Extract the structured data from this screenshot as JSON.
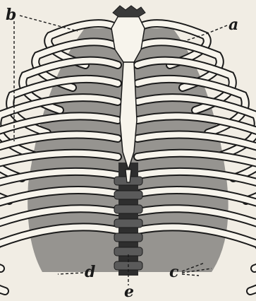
{
  "figure": {
    "labels": {
      "a": "a",
      "b": "b",
      "c": "c",
      "d": "d",
      "e": "e"
    }
  },
  "colors": {
    "paper": "#f1ede4",
    "ink": "#1a1a1a",
    "bone": "#f7f4ec",
    "shadow": "#3a3a3a"
  }
}
